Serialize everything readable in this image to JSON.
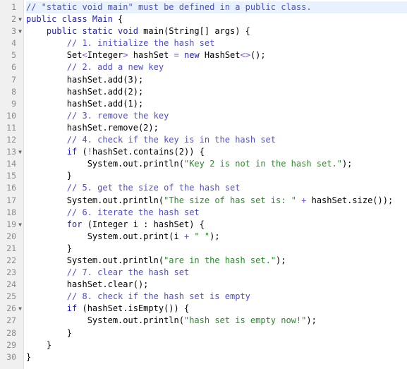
{
  "editor": {
    "lines": [
      {
        "n": "1",
        "fold": false,
        "active": true,
        "tokens": [
          {
            "t": "// \"static void main\" must be defined in a public class.",
            "c": "comment"
          }
        ]
      },
      {
        "n": "2",
        "fold": true,
        "active": false,
        "tokens": [
          {
            "t": "public class ",
            "c": "keyword"
          },
          {
            "t": "Main",
            "c": "type"
          },
          {
            "t": " {",
            "c": "plain"
          }
        ]
      },
      {
        "n": "3",
        "fold": true,
        "active": false,
        "tokens": [
          {
            "t": "    public static void ",
            "c": "keyword"
          },
          {
            "t": "main(String[] args) {",
            "c": "plain"
          }
        ]
      },
      {
        "n": "4",
        "fold": false,
        "active": false,
        "tokens": [
          {
            "t": "        // 1. initialize the hash set",
            "c": "comment"
          }
        ]
      },
      {
        "n": "5",
        "fold": false,
        "active": false,
        "tokens": [
          {
            "t": "        Set",
            "c": "plain"
          },
          {
            "t": "<",
            "c": "op"
          },
          {
            "t": "Integer",
            "c": "plain"
          },
          {
            "t": ">",
            "c": "op"
          },
          {
            "t": " hashSet ",
            "c": "plain"
          },
          {
            "t": "=",
            "c": "op"
          },
          {
            "t": " new ",
            "c": "keyword"
          },
          {
            "t": "HashSet",
            "c": "plain"
          },
          {
            "t": "<>",
            "c": "op"
          },
          {
            "t": "();",
            "c": "plain"
          }
        ]
      },
      {
        "n": "6",
        "fold": false,
        "active": false,
        "tokens": [
          {
            "t": "        // 2. add a new key",
            "c": "comment"
          }
        ]
      },
      {
        "n": "7",
        "fold": false,
        "active": false,
        "tokens": [
          {
            "t": "        hashSet.add(3);",
            "c": "plain"
          }
        ]
      },
      {
        "n": "8",
        "fold": false,
        "active": false,
        "tokens": [
          {
            "t": "        hashSet.add(2);",
            "c": "plain"
          }
        ]
      },
      {
        "n": "9",
        "fold": false,
        "active": false,
        "tokens": [
          {
            "t": "        hashSet.add(1);",
            "c": "plain"
          }
        ]
      },
      {
        "n": "10",
        "fold": false,
        "active": false,
        "tokens": [
          {
            "t": "        // 3. remove the key",
            "c": "comment"
          }
        ]
      },
      {
        "n": "11",
        "fold": false,
        "active": false,
        "tokens": [
          {
            "t": "        hashSet.remove(2);",
            "c": "plain"
          }
        ]
      },
      {
        "n": "12",
        "fold": false,
        "active": false,
        "tokens": [
          {
            "t": "        // 4. check if the key is in the hash set",
            "c": "comment"
          }
        ]
      },
      {
        "n": "13",
        "fold": true,
        "active": false,
        "tokens": [
          {
            "t": "        if ",
            "c": "keyword"
          },
          {
            "t": "(",
            "c": "plain"
          },
          {
            "t": "!",
            "c": "op"
          },
          {
            "t": "hashSet.contains(2)) {",
            "c": "plain"
          }
        ]
      },
      {
        "n": "14",
        "fold": false,
        "active": false,
        "tokens": [
          {
            "t": "            System.out.println(",
            "c": "plain"
          },
          {
            "t": "\"Key 2 is not in the hash set.\"",
            "c": "string"
          },
          {
            "t": ");",
            "c": "plain"
          }
        ]
      },
      {
        "n": "15",
        "fold": false,
        "active": false,
        "tokens": [
          {
            "t": "        }",
            "c": "plain"
          }
        ]
      },
      {
        "n": "16",
        "fold": false,
        "active": false,
        "tokens": [
          {
            "t": "        // 5. get the size of the hash set",
            "c": "comment"
          }
        ]
      },
      {
        "n": "17",
        "fold": false,
        "active": false,
        "tokens": [
          {
            "t": "        System.out.println(",
            "c": "plain"
          },
          {
            "t": "\"The size of has set is: \"",
            "c": "string"
          },
          {
            "t": " + ",
            "c": "op"
          },
          {
            "t": "hashSet.size());",
            "c": "plain"
          }
        ]
      },
      {
        "n": "18",
        "fold": false,
        "active": false,
        "tokens": [
          {
            "t": "        // 6. iterate the hash set",
            "c": "comment"
          }
        ]
      },
      {
        "n": "19",
        "fold": true,
        "active": false,
        "tokens": [
          {
            "t": "        for ",
            "c": "keyword"
          },
          {
            "t": "(Integer i : hashSet) {",
            "c": "plain"
          }
        ]
      },
      {
        "n": "20",
        "fold": false,
        "active": false,
        "tokens": [
          {
            "t": "            System.out.print(i ",
            "c": "plain"
          },
          {
            "t": "+",
            "c": "op"
          },
          {
            "t": " \" \"",
            "c": "string"
          },
          {
            "t": ");",
            "c": "plain"
          }
        ]
      },
      {
        "n": "21",
        "fold": false,
        "active": false,
        "tokens": [
          {
            "t": "        }",
            "c": "plain"
          }
        ]
      },
      {
        "n": "22",
        "fold": false,
        "active": false,
        "tokens": [
          {
            "t": "        System.out.println(",
            "c": "plain"
          },
          {
            "t": "\"are in the hash set.\"",
            "c": "string"
          },
          {
            "t": ");",
            "c": "plain"
          }
        ]
      },
      {
        "n": "23",
        "fold": false,
        "active": false,
        "tokens": [
          {
            "t": "        // 7. clear the hash set",
            "c": "comment"
          }
        ]
      },
      {
        "n": "24",
        "fold": false,
        "active": false,
        "tokens": [
          {
            "t": "        hashSet.clear();",
            "c": "plain"
          }
        ]
      },
      {
        "n": "25",
        "fold": false,
        "active": false,
        "tokens": [
          {
            "t": "        // 8. check if the hash set is empty",
            "c": "comment"
          }
        ]
      },
      {
        "n": "26",
        "fold": true,
        "active": false,
        "tokens": [
          {
            "t": "        if ",
            "c": "keyword"
          },
          {
            "t": "(hashSet.isEmpty()) {",
            "c": "plain"
          }
        ]
      },
      {
        "n": "27",
        "fold": false,
        "active": false,
        "tokens": [
          {
            "t": "            System.out.println(",
            "c": "plain"
          },
          {
            "t": "\"hash set is empty now!\"",
            "c": "string"
          },
          {
            "t": ");",
            "c": "plain"
          }
        ]
      },
      {
        "n": "28",
        "fold": false,
        "active": false,
        "tokens": [
          {
            "t": "        }",
            "c": "plain"
          }
        ]
      },
      {
        "n": "29",
        "fold": false,
        "active": false,
        "tokens": [
          {
            "t": "    }",
            "c": "plain"
          }
        ]
      },
      {
        "n": "30",
        "fold": false,
        "active": false,
        "tokens": [
          {
            "t": "}",
            "c": "plain"
          }
        ]
      }
    ],
    "fold_icon": "fold-arrow-icon"
  },
  "colors": {
    "comment": "#4f4fc9",
    "keyword": "#1f1fb8",
    "string": "#2b8a2b",
    "operator": "#7a4fd0",
    "gutter_bg": "#f0f0f0",
    "active_line": "#e8f2fe"
  }
}
